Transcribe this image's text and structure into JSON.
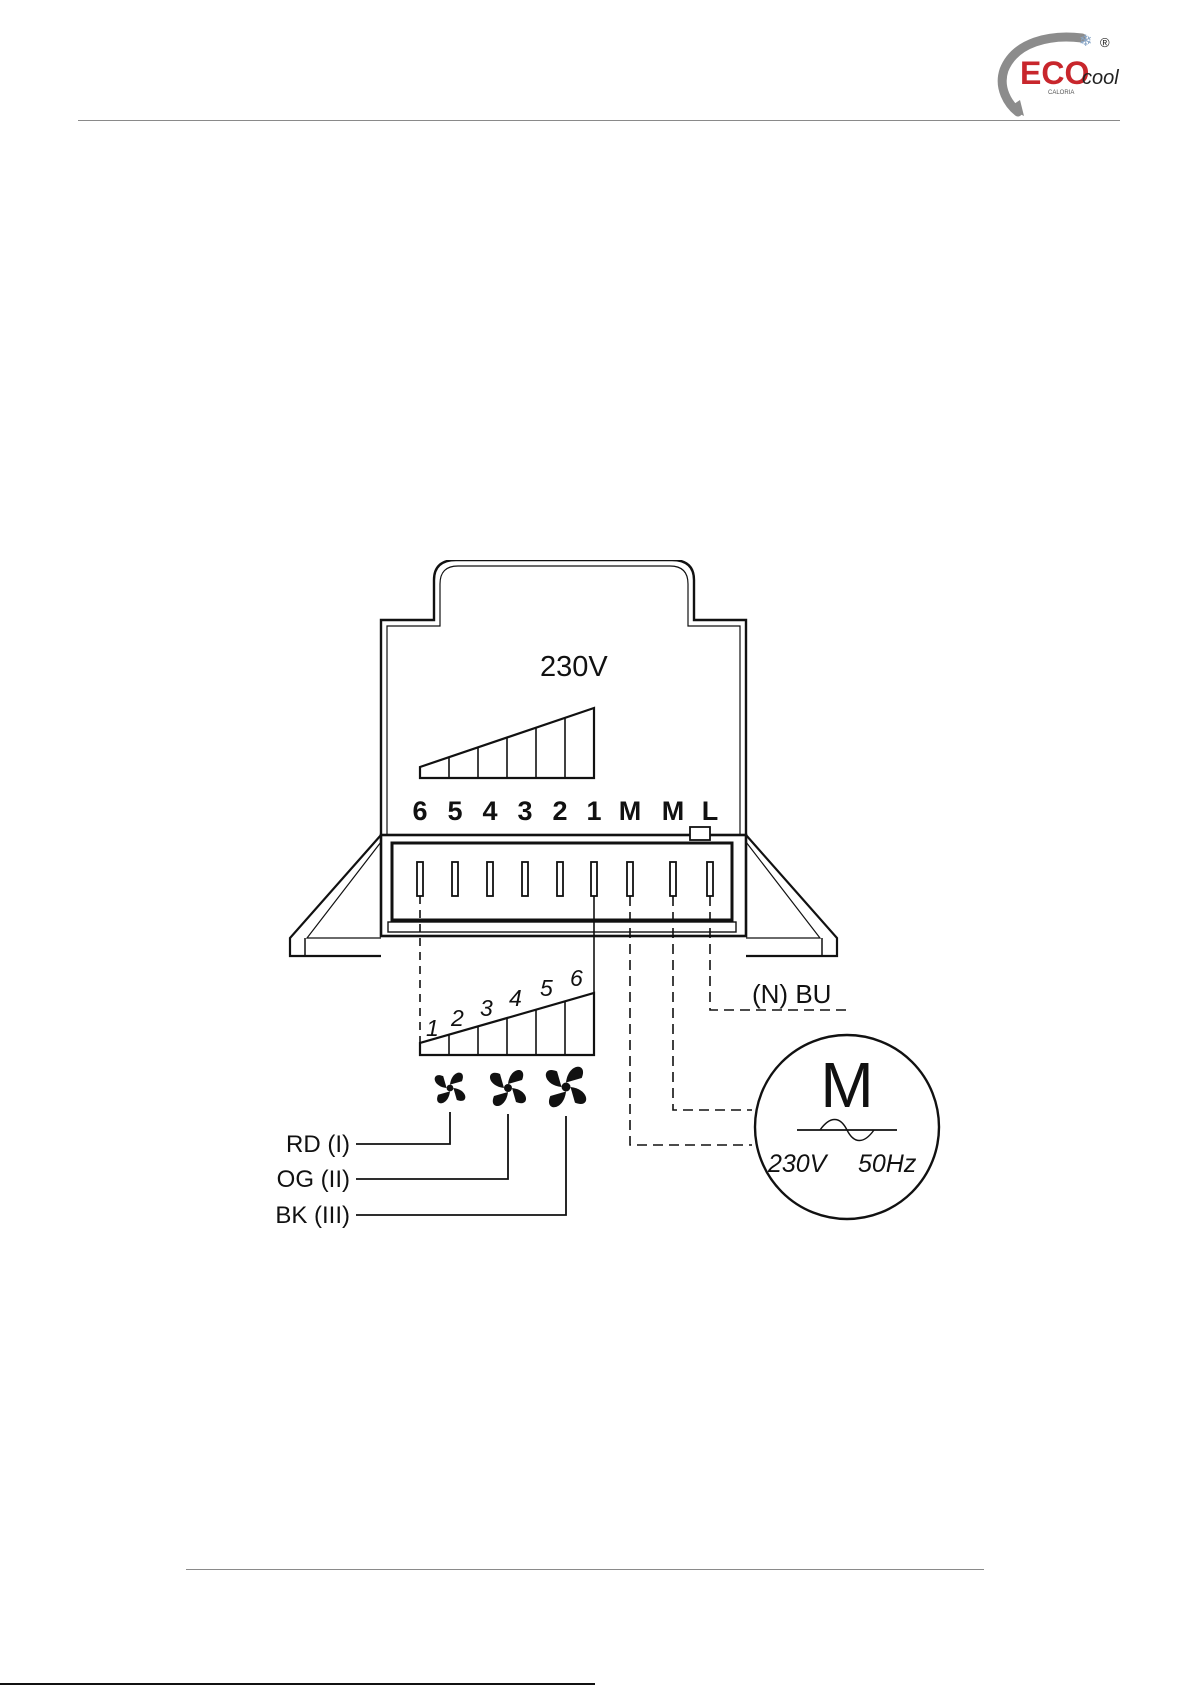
{
  "logo": {
    "brand": "ECO",
    "brand_suffix": "cool",
    "sub": "CALORIA",
    "registered": "®",
    "colors": {
      "brand": "#c8262c",
      "arc": "#8c8c8c",
      "suffix": "#222222"
    }
  },
  "diagram": {
    "supply_voltage": "230V",
    "terminals": [
      "6",
      "5",
      "4",
      "3",
      "2",
      "1",
      "M",
      "M",
      "L"
    ],
    "speed_steps": [
      "1",
      "2",
      "3",
      "4",
      "5",
      "6"
    ],
    "neutral_label": "(N) BU",
    "motor": {
      "symbol": "M",
      "voltage": "230V",
      "frequency": "50Hz"
    },
    "fan_speeds": [
      {
        "label": "RD (I)"
      },
      {
        "label": "OG (II)"
      },
      {
        "label": "BK (III)"
      }
    ]
  }
}
